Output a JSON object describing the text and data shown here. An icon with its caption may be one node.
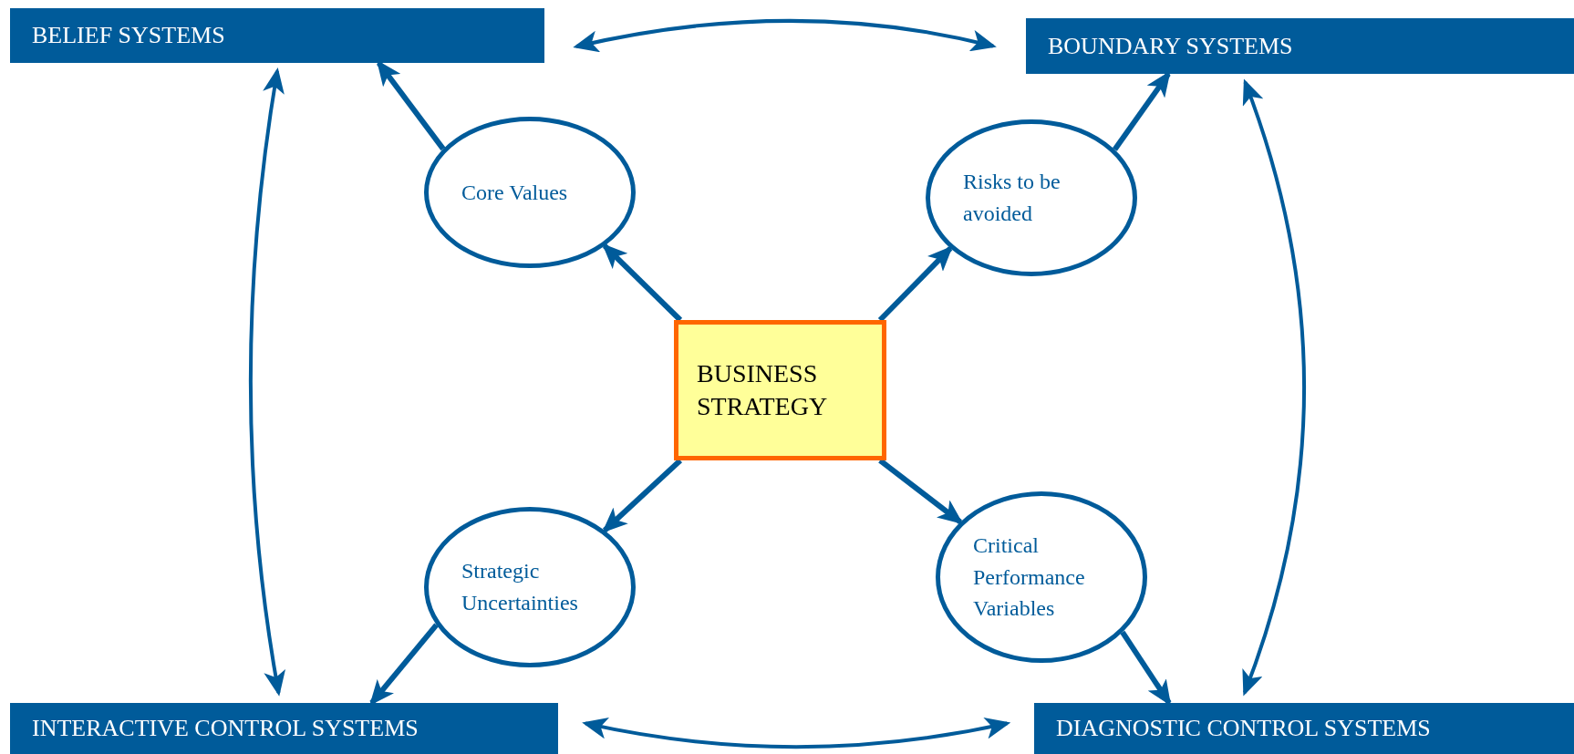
{
  "diagram": {
    "nodes": [
      {
        "text": [
          "BELIEF SYSTEMS"
        ]
      },
      {
        "text": [
          "BOUNDARY SYSTEMS"
        ]
      },
      {
        "text": [
          "Core Values"
        ]
      },
      {
        "text": [
          "Risks to be avoided"
        ]
      },
      {
        "text": [
          "BUSINESS STRATEGY"
        ]
      },
      {
        "text": [
          "Strategic Uncertainties"
        ]
      },
      {
        "text": [
          "Critical Performance Variables"
        ]
      },
      {
        "text": [
          "INTERACTIVE CONTROL SYSTEMS"
        ]
      },
      {
        "text": [
          "DIAGNOSTIC CONTROL SYSTEMS"
        ]
      }
    ],
    "edges": [
      {
        "from": 4,
        "to": 2,
        "arrow": "to"
      },
      {
        "from": 4,
        "to": 3,
        "arrow": "to"
      },
      {
        "from": 4,
        "to": 5,
        "arrow": "to"
      },
      {
        "from": 4,
        "to": 6,
        "arrow": "to"
      },
      {
        "from": 2,
        "to": 0,
        "arrow": "to"
      },
      {
        "from": 3,
        "to": 1,
        "arrow": "to"
      },
      {
        "from": 5,
        "to": 7,
        "arrow": "to"
      },
      {
        "from": 6,
        "to": 8,
        "arrow": "to"
      },
      {
        "from": 0,
        "to": 1,
        "arrow": "both"
      },
      {
        "from": 0,
        "to": 7,
        "arrow": "both"
      },
      {
        "from": 1,
        "to": 8,
        "arrow": "both"
      },
      {
        "from": 7,
        "to": 8,
        "arrow": "both"
      }
    ]
  }
}
